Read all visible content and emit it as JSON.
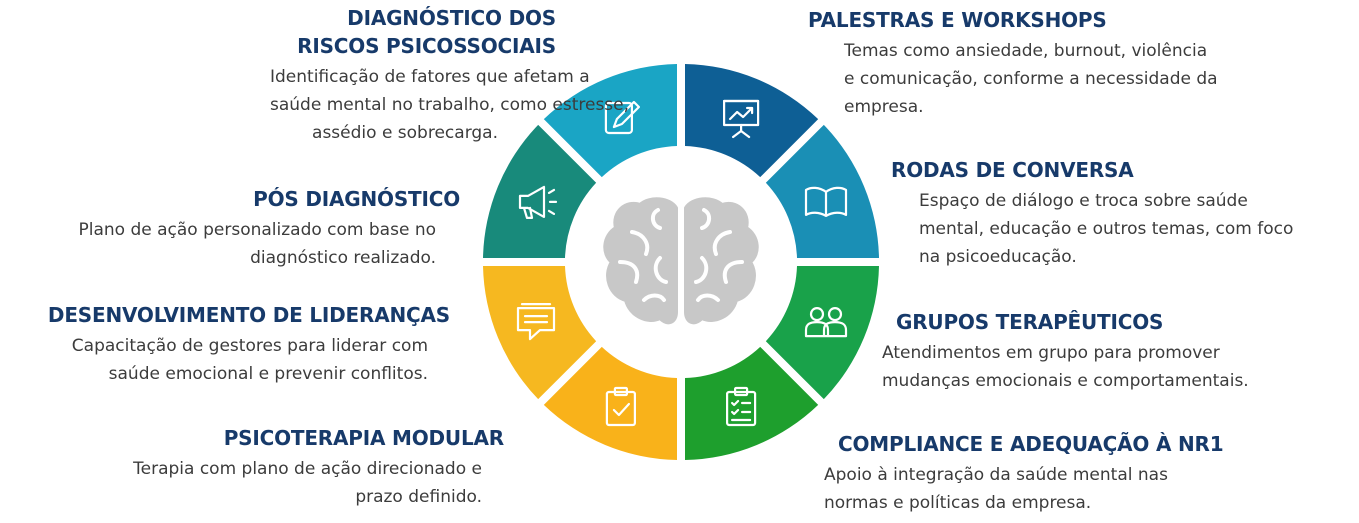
{
  "colors": {
    "title": "#173a6a",
    "text": "#3c3c3c",
    "brain": "#c8c8c8",
    "segments": [
      "#0e5f95",
      "#1a8fb5",
      "#19a24a",
      "#1e9f2d",
      "#f9b21a",
      "#f6b820",
      "#188a7b",
      "#1aa5c5"
    ]
  },
  "segments": [
    {
      "icon": "presentation-chart-icon"
    },
    {
      "icon": "open-book-icon"
    },
    {
      "icon": "people-group-icon"
    },
    {
      "icon": "clipboard-checklist-icon"
    },
    {
      "icon": "clipboard-check-icon"
    },
    {
      "icon": "speech-bubble-icon"
    },
    {
      "icon": "megaphone-icon"
    },
    {
      "icon": "edit-pencil-icon"
    }
  ],
  "center_icon": "brain-icon",
  "items": {
    "diagnostico": {
      "title_lines": [
        "DIAGNÓSTICO DOS",
        "RISCOS PSICOSSOCIAIS"
      ],
      "desc_lines": [
        "Identificação de fatores que afetam a",
        "saúde mental no trabalho, como estresse,",
        "assédio e sobrecarga."
      ]
    },
    "pos": {
      "title_lines": [
        "PÓS DIAGNÓSTICO"
      ],
      "desc_lines": [
        "Plano de ação personalizado com base no",
        "diagnóstico realizado."
      ]
    },
    "liderancas": {
      "title_lines": [
        "DESENVOLVIMENTO DE LIDERANÇAS"
      ],
      "desc_lines": [
        "Capacitação de gestores para liderar com",
        "saúde emocional e prevenir conflitos."
      ]
    },
    "psicoterapia": {
      "title_lines": [
        "PSICOTERAPIA MODULAR"
      ],
      "desc_lines": [
        "Terapia com plano de ação direcionado e",
        "prazo definido."
      ]
    },
    "palestras": {
      "title_lines": [
        "PALESTRAS E WORKSHOPS"
      ],
      "desc_lines": [
        "Temas como ansiedade, burnout, violência",
        "e comunicação, conforme a necessidade da",
        "empresa."
      ]
    },
    "rodas": {
      "title_lines": [
        "RODAS DE CONVERSA"
      ],
      "desc_lines": [
        "Espaço de diálogo e troca sobre saúde",
        "mental, educação e outros temas, com foco",
        "na psicoeducação."
      ]
    },
    "grupos": {
      "title_lines": [
        "GRUPOS TERAPÊUTICOS"
      ],
      "desc_lines": [
        "Atendimentos em grupo para promover",
        "mudanças emocionais e comportamentais."
      ]
    },
    "compliance": {
      "title_lines": [
        "COMPLIANCE E ADEQUAÇÃO À NR1"
      ],
      "desc_lines": [
        "Apoio à integração da saúde mental nas",
        "normas e políticas da empresa."
      ]
    }
  }
}
